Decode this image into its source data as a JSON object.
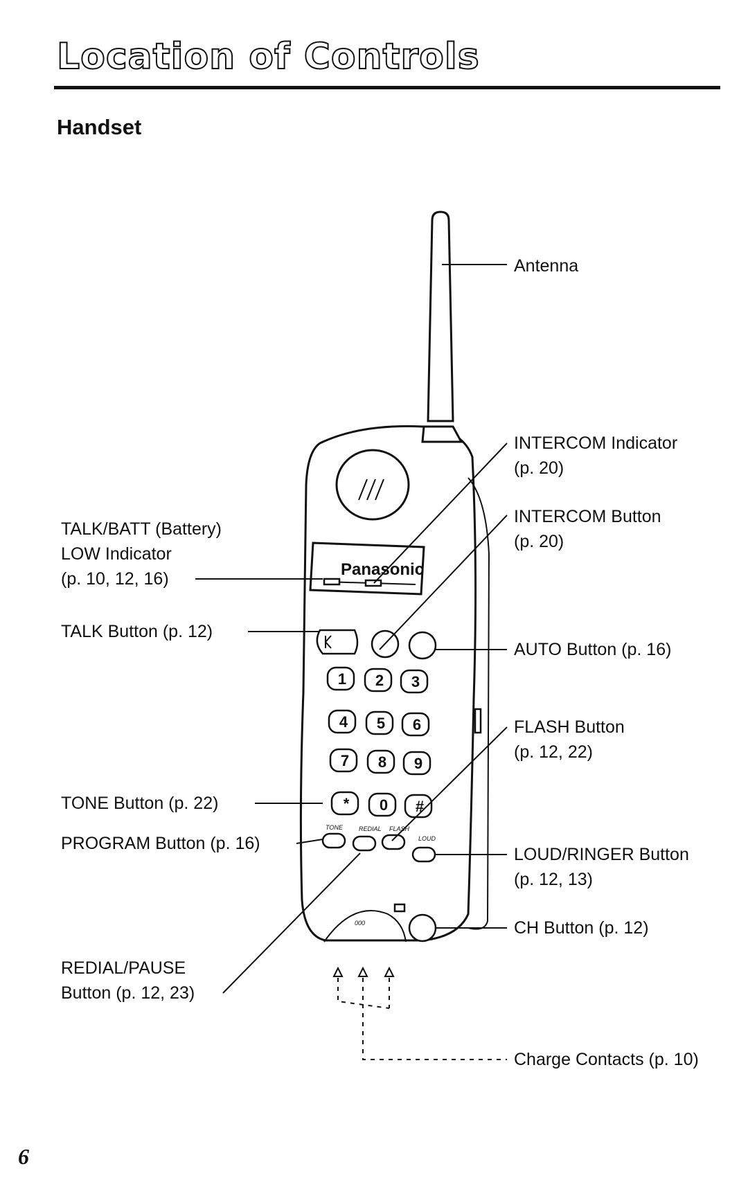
{
  "page": {
    "title": "Location of Controls",
    "section": "Handset",
    "page_number": "6"
  },
  "phone": {
    "brand": "Panasonic",
    "keypad": [
      "1",
      "2",
      "3",
      "4",
      "5",
      "6",
      "7",
      "8",
      "9",
      "*",
      "0",
      "#"
    ]
  },
  "labels": {
    "antenna": [
      "Antenna"
    ],
    "intercom_indicator": [
      "INTERCOM Indicator",
      "(p. 20)"
    ],
    "intercom_button": [
      "INTERCOM Button",
      "(p. 20)"
    ],
    "talk_batt_low": [
      "TALK/BATT (Battery)",
      "LOW Indicator",
      "(p. 10, 12, 16)"
    ],
    "talk_button": [
      "TALK Button (p. 12)"
    ],
    "auto_button": [
      "AUTO Button (p. 16)"
    ],
    "flash_button": [
      "FLASH Button",
      "(p. 12, 22)"
    ],
    "tone_button": [
      "TONE Button (p. 22)"
    ],
    "program_button": [
      "PROGRAM Button (p. 16)"
    ],
    "loud_ringer_button": [
      "LOUD/RINGER Button",
      "(p. 12, 13)"
    ],
    "ch_button": [
      "CH Button (p. 12)"
    ],
    "redial_pause_button": [
      "REDIAL/PAUSE",
      "Button (p. 12, 23)"
    ],
    "charge_contacts": [
      "Charge Contacts (p. 10)"
    ]
  }
}
